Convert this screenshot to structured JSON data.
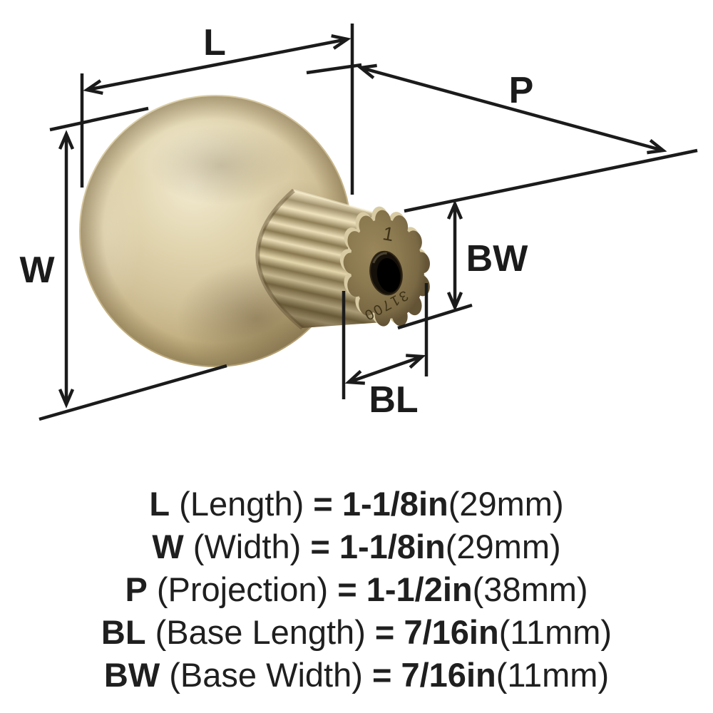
{
  "figure": {
    "dim_labels": {
      "L": "L",
      "W": "W",
      "P": "P",
      "BW": "BW",
      "BL": "BL"
    },
    "knob": {
      "stamp_top": "1",
      "stamp_serial": "31700"
    },
    "colors": {
      "line": "#1b1b1b",
      "sphere_highlight": "#f2ead0",
      "sphere_base": "#d5c69e",
      "sphere_shadow": "#a18d64",
      "flute_light": "#ecdfb8",
      "flute_dark": "#8a7950",
      "face": "#8b7950",
      "face_edge": "#675838",
      "hole": "#140f08",
      "stamp": "#3e3318"
    }
  },
  "specs": [
    {
      "abbr": "L",
      "name": "(Length)",
      "eq": "=",
      "value": "1-1/8in",
      "metric": "(29mm)"
    },
    {
      "abbr": "W",
      "name": "(Width)",
      "eq": "=",
      "value": "1-1/8in",
      "metric": "(29mm)"
    },
    {
      "abbr": "P",
      "name": "(Projection)",
      "eq": "=",
      "value": "1-1/2in",
      "metric": "(38mm)"
    },
    {
      "abbr": "BL",
      "name": "(Base Length)",
      "eq": "=",
      "value": "7/16in",
      "metric": "(11mm)"
    },
    {
      "abbr": "BW",
      "name": "(Base Width)",
      "eq": "=",
      "value": "7/16in",
      "metric": "(11mm)"
    }
  ]
}
